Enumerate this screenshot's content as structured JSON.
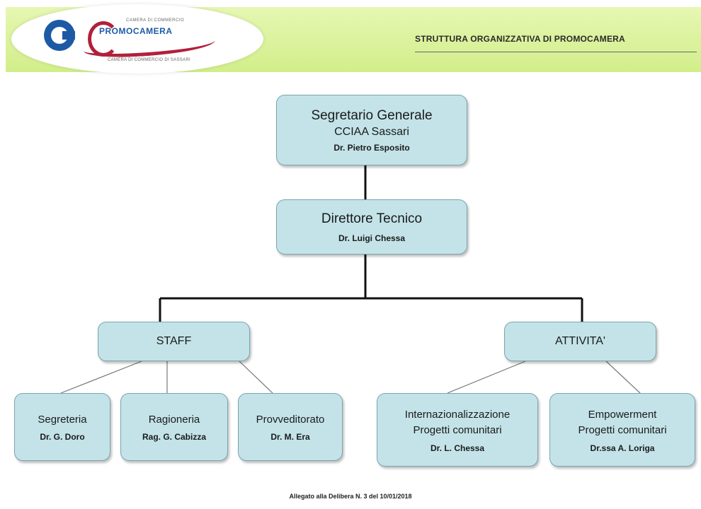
{
  "header": {
    "logo": {
      "small_text": "CAMERA DI COMMERCIO",
      "name": "PROMOCAMERA",
      "tagline": "CAMERA DI COMMERCIO DI SASSARI"
    },
    "title": "STRUTTURA ORGANIZZATIVA  DI PROMOCAMERA"
  },
  "org": {
    "segretario": {
      "title": "Segretario Generale",
      "subtitle": "CCIAA  Sassari",
      "name": "Dr. Pietro  Esposito"
    },
    "direttore": {
      "title": "Direttore Tecnico",
      "name": "Dr. Luigi  Chessa"
    },
    "staff": {
      "label": "STAFF"
    },
    "attivita": {
      "label": "ATTIVITA'"
    },
    "segreteria": {
      "title": "Segreteria",
      "name": "Dr. G. Doro"
    },
    "ragioneria": {
      "title": "Ragioneria",
      "name": "Rag. G. Cabizza"
    },
    "provveditorato": {
      "title": "Provveditorato",
      "name": "Dr. M. Era"
    },
    "internazionalizzazione": {
      "title": "Internazionalizzazione",
      "subtitle": "Progetti comunitari",
      "name": "Dr. L. Chessa"
    },
    "empowerment": {
      "title": "Empowerment",
      "subtitle": "Progetti comunitari",
      "name": "Dr.ssa A. Loriga"
    }
  },
  "footer": {
    "note": "Allegato alla Delibera N. 3 del 10/01/2018"
  }
}
